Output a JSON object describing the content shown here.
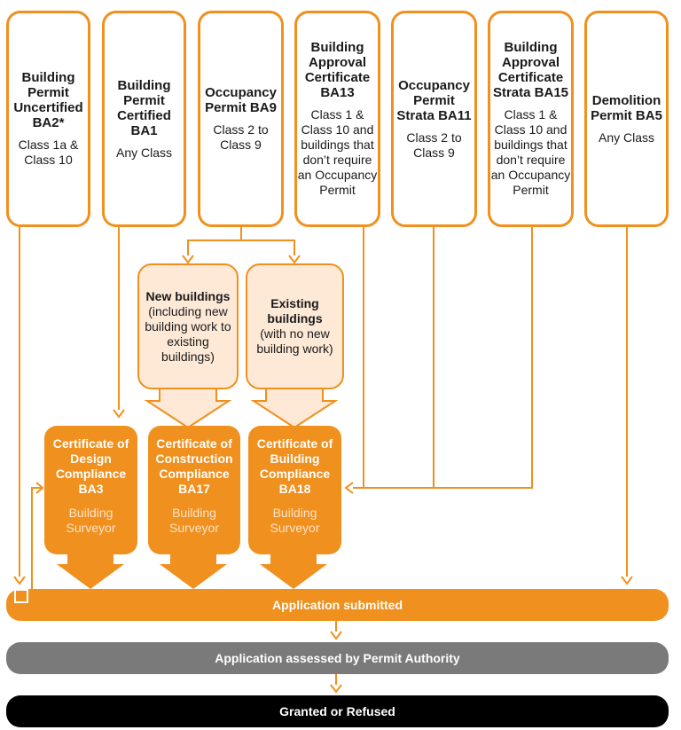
{
  "colors": {
    "orange": "#f0901e",
    "peach": "#fde9d6",
    "grey": "#7a7a7a",
    "black": "#000000"
  },
  "permits": [
    {
      "title": "Building Permit Uncertified BA2*",
      "sub": "Class 1a & Class 10"
    },
    {
      "title": "Building Permit Certified BA1",
      "sub": "Any Class"
    },
    {
      "title": "Occupancy Permit BA9",
      "sub": "Class 2 to Class 9"
    },
    {
      "title": "Building Approval Certificate BA13",
      "sub": "Class 1 & Class 10 and buildings that don’t require an Occupancy Permit"
    },
    {
      "title": "Occupancy Permit Strata BA11",
      "sub": "Class 2 to Class 9"
    },
    {
      "title": "Building Approval Certificate Strata BA15",
      "sub": "Class 1 & Class 10 and buildings that don’t require an Occupancy Permit"
    },
    {
      "title": "Demolition Permit BA5",
      "sub": "Any Class"
    }
  ],
  "building_types": [
    {
      "title": "New buildings",
      "sub": "(including new building work to existing buildings)"
    },
    {
      "title": "Existing buildings",
      "sub": "(with no new building work)"
    }
  ],
  "certificates": [
    {
      "title": "Certificate of Design Compliance BA3",
      "sub": "Building Surveyor"
    },
    {
      "title": "Certificate of Construction Compliance BA17",
      "sub": "Building Surveyor"
    },
    {
      "title": "Certificate of Building Compliance BA18",
      "sub": "Building Surveyor"
    }
  ],
  "stages": {
    "submitted": "Application submitted",
    "assessed": "Application assessed by Permit Authority",
    "outcome": "Granted or Refused"
  }
}
